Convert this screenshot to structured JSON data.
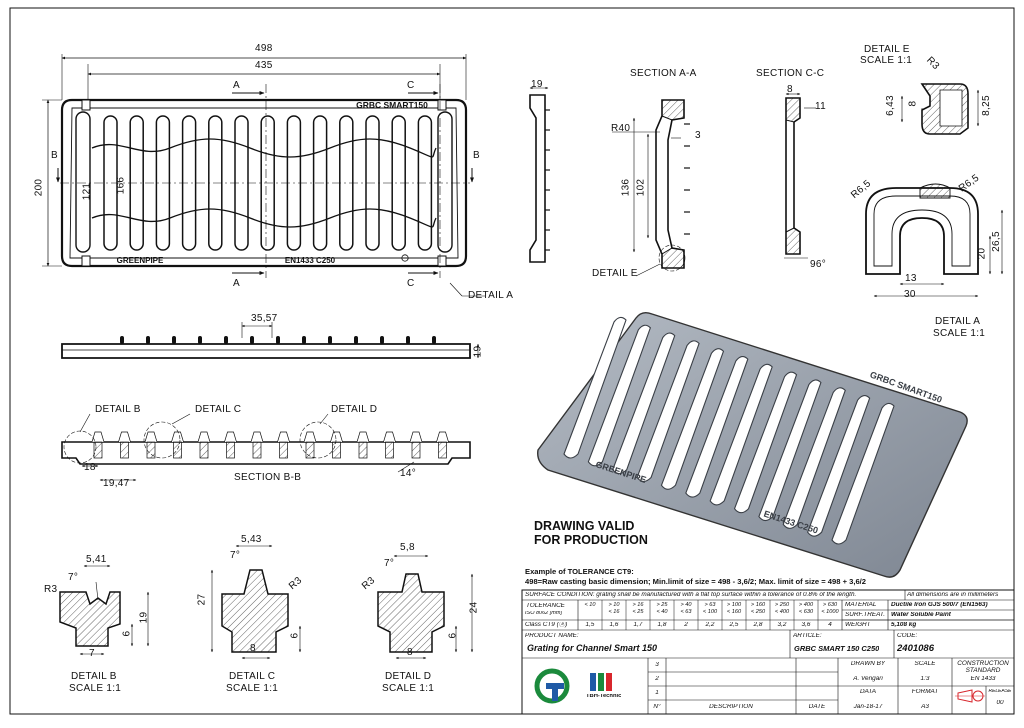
{
  "views": {
    "section_aa": "SECTION  A-A",
    "section_cc": "SECTION  C-C",
    "detail_e_title": "DETAIL  E",
    "detail_e_scale": "SCALE  1:1",
    "detail_a_title": "DETAIL  A",
    "detail_a_scale": "SCALE  1:1",
    "section_bb": "SECTION B-B",
    "detail_b_callout": "DETAIL  B",
    "detail_c_callout": "DETAIL  C",
    "detail_d_callout": "DETAIL  D",
    "detail_e_callout": "DETAIL  E",
    "detail_a_callout": "DETAIL  A",
    "detail_b_title": "DETAIL  B",
    "detail_b_scale": "SCALE  1:1",
    "detail_c_title": "DETAIL  C",
    "detail_c_scale": "SCALE  1:1",
    "detail_d_title": "DETAIL  D",
    "detail_d_scale": "SCALE  1:1"
  },
  "dimensions": {
    "overall_length": "498",
    "inner_length": "435",
    "width": "200",
    "d121": "121",
    "d166": "166",
    "aa_19": "19",
    "aa_r40": "R40",
    "aa_3": "3",
    "aa_136": "136",
    "aa_102": "102",
    "cc_8": "8",
    "cc_11": "11",
    "cc_96": "96°",
    "e_r3": "R3",
    "e_643": "6,43",
    "e_8": "8",
    "e_825": "8,25",
    "a_r65_left": "R6,5",
    "a_r65_right": "R6,5",
    "a_20": "20",
    "a_265": "26,5",
    "a_13": "13",
    "a_30": "30",
    "side_3557": "35,57",
    "side_19": "19",
    "bb_18": "18",
    "bb_1947": "19,47",
    "bb_14": "14°",
    "b_541": "5,41",
    "b_7": "7°",
    "b_r3": "R3",
    "b_6": "6",
    "b_19": "19",
    "b_7w": "7",
    "c_543": "5,43",
    "c_7": "7°",
    "c_27": "27",
    "c_r3": "R3",
    "c_6": "6",
    "c_8": "8",
    "d_58": "5,8",
    "d_7": "7°",
    "d_r3": "R3",
    "d_24": "24",
    "d_6": "6",
    "d_8": "8"
  },
  "markers": {
    "a": "A",
    "b": "B",
    "c": "C"
  },
  "casting": {
    "top_text": "GRBC SMART150",
    "bottom_left": "GREENPIPE",
    "bottom_right": "EN1433 C250",
    "iso_top": "GRBC SMART150",
    "iso_left": "GREENPIPE",
    "iso_right": "EN1433 C250"
  },
  "validity": {
    "line1": "DRAWING VALID",
    "line2": "FOR PRODUCTION"
  },
  "tolerance": {
    "title": "Example of TOLERANCE CT9:",
    "text": "498=Raw casting basic dimension; Min.limit of size = 498 - 3,6/2; Max. limit of size = 498 + 3,6/2"
  },
  "title_block": {
    "surface_condition": "SURFACE CONDITION: grating shall be manufactured with a flat top surface within a tolerance of 0.8% of the length.",
    "units_note": "All dimensions are in millimeters",
    "tolerance_label": "TOLERANCE",
    "tolerance_std": "ISO 8062 [mm]",
    "class_label": "Class CT9 (ⓐ)",
    "ranges": [
      "< 10",
      "> 10\n< 16",
      "> 16\n< 25",
      "> 25\n< 40",
      "> 40\n< 63",
      "> 63\n< 100",
      "> 100\n< 160",
      "> 160\n< 250",
      "> 250\n< 400",
      "> 400\n< 630",
      "> 630\n< 1000"
    ],
    "ct9_values": [
      "1,5",
      "1,6",
      "1,7",
      "1,8",
      "2",
      "2,2",
      "2,5",
      "2,8",
      "3,2",
      "3,6",
      "4"
    ],
    "material_label": "MATERIAL",
    "material_value": "Ductile Iron GJS 500/7 (EN1563)",
    "surf_label": "SURF.TREAT.",
    "surf_value": "Water Soluble Paint",
    "weight_label": "WEIGHT",
    "weight_value": "5,108 kg",
    "product_label": "PRODUCT NAME:",
    "product_value": "Grating for Channel Smart 150",
    "article_label": "ARTICLE:",
    "article_value": "GRBC SMART 150 C250",
    "code_label": "CODE:",
    "code_value": "2401086",
    "rev_numbers": [
      "3",
      "2",
      "1"
    ],
    "rev_no_label": "N°",
    "description_label": "DESCRIPTION",
    "date_label": "DATE",
    "drawn_by_label": "DRAWN BY",
    "drawn_by_value": "A. Vengari",
    "scale_label": "SCALE",
    "scale_value": "1:3",
    "date_col_label": "DATA",
    "date_value": "Jan-18-17",
    "format_label": "FORMAT",
    "format_value": "A3",
    "construction_label": "CONSTRUCTION\nSTANDARD",
    "construction_value": "EN 1433",
    "release_label": "RELEASE",
    "release_value": "00",
    "company": "TBH-Technic"
  },
  "colors": {
    "casting_fill": "#9aa2ad",
    "casting_dark": "#5e6672",
    "logo_green": "#1b8a3c",
    "logo_blue": "#1f5aa6",
    "logo_red": "#d8262c"
  }
}
